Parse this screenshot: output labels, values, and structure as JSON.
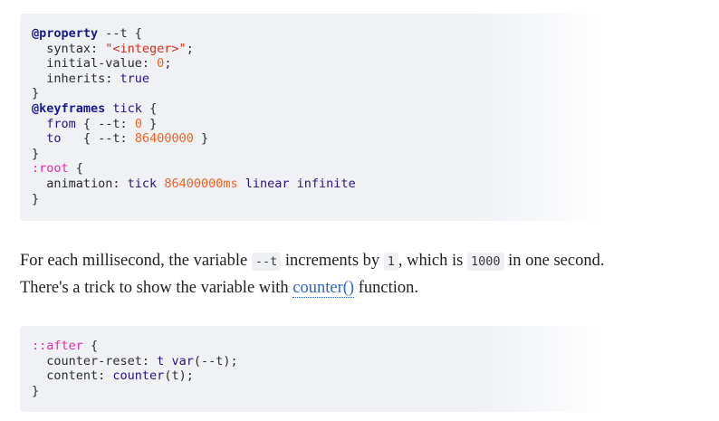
{
  "code_block_1": {
    "lines": [
      [
        {
          "t": "@property",
          "c": "kw-at"
        },
        {
          "t": " --t {",
          "c": "plain"
        }
      ],
      [
        {
          "t": "  syntax: ",
          "c": "plain"
        },
        {
          "t": "\"<integer>\"",
          "c": "str"
        },
        {
          "t": ";",
          "c": "plain"
        }
      ],
      [
        {
          "t": "  initial-value: ",
          "c": "plain"
        },
        {
          "t": "0",
          "c": "num"
        },
        {
          "t": ";",
          "c": "plain"
        }
      ],
      [
        {
          "t": "  inherits: ",
          "c": "plain"
        },
        {
          "t": "true",
          "c": "kw"
        }
      ],
      [
        {
          "t": "}",
          "c": "plain"
        }
      ],
      [
        {
          "t": "@keyframes",
          "c": "kw-at"
        },
        {
          "t": " ",
          "c": "plain"
        },
        {
          "t": "tick",
          "c": "kw"
        },
        {
          "t": " {",
          "c": "plain"
        }
      ],
      [
        {
          "t": "  ",
          "c": "plain"
        },
        {
          "t": "from",
          "c": "kw"
        },
        {
          "t": " { --t: ",
          "c": "plain"
        },
        {
          "t": "0",
          "c": "num"
        },
        {
          "t": " }",
          "c": "plain"
        }
      ],
      [
        {
          "t": "  ",
          "c": "plain"
        },
        {
          "t": "to",
          "c": "kw"
        },
        {
          "t": "   { --t: ",
          "c": "plain"
        },
        {
          "t": "86400000",
          "c": "num"
        },
        {
          "t": " }",
          "c": "plain"
        }
      ],
      [
        {
          "t": "}",
          "c": "plain"
        }
      ],
      [
        {
          "t": ":root",
          "c": "sel"
        },
        {
          "t": " {",
          "c": "plain"
        }
      ],
      [
        {
          "t": "  animation: ",
          "c": "plain"
        },
        {
          "t": "tick",
          "c": "kw"
        },
        {
          "t": " ",
          "c": "plain"
        },
        {
          "t": "86400000ms",
          "c": "num"
        },
        {
          "t": " ",
          "c": "plain"
        },
        {
          "t": "linear",
          "c": "kw"
        },
        {
          "t": " ",
          "c": "plain"
        },
        {
          "t": "infinite",
          "c": "kw"
        }
      ],
      [
        {
          "t": "}",
          "c": "plain"
        }
      ]
    ]
  },
  "paragraph": {
    "part1": "For each millisecond, the variable ",
    "code1": "--t",
    "part2": " increments by ",
    "code2": "1",
    "part3": ", which is ",
    "code3": "1000",
    "part4": " in one second. There's a trick to show the variable with ",
    "link": "counter()",
    "part5": " function."
  },
  "code_block_2": {
    "lines": [
      [
        {
          "t": "::after",
          "c": "sel"
        },
        {
          "t": " {",
          "c": "plain"
        }
      ],
      [
        {
          "t": "  counter-reset: ",
          "c": "plain"
        },
        {
          "t": "t",
          "c": "kw"
        },
        {
          "t": " ",
          "c": "plain"
        },
        {
          "t": "var",
          "c": "kw"
        },
        {
          "t": "(--t);",
          "c": "plain"
        }
      ],
      [
        {
          "t": "  content: ",
          "c": "plain"
        },
        {
          "t": "counter",
          "c": "kw"
        },
        {
          "t": "(t);",
          "c": "plain"
        }
      ],
      [
        {
          "t": "}",
          "c": "plain"
        }
      ]
    ]
  },
  "colors": {
    "code_bg": "#eff1f5",
    "at_rule": "#1a1a8c",
    "keyword": "#2e0e85",
    "string": "#d42f1c",
    "number": "#ef6423",
    "selector": "#e62aa6",
    "link": "#2f66c0"
  }
}
